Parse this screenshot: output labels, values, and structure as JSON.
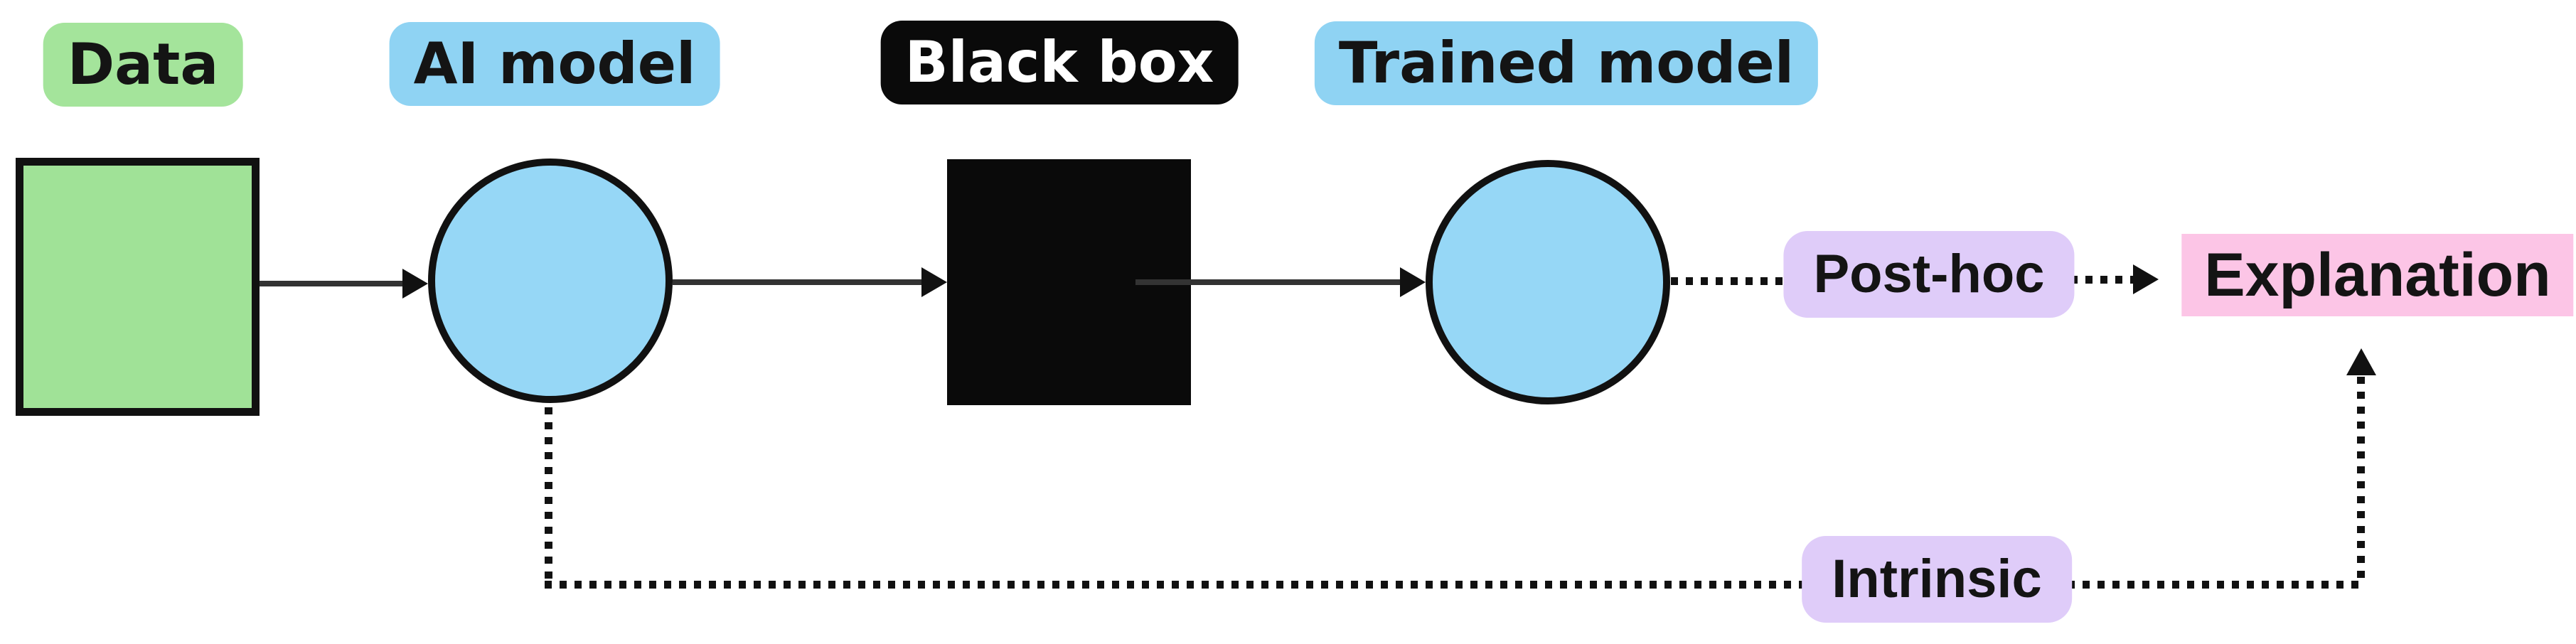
{
  "diagram": {
    "labels": {
      "data": "Data",
      "ai_model": "AI model",
      "black_box": "Black box",
      "trained_model": "Trained model",
      "post_hoc": "Post-hoc",
      "explanation": "Explanation",
      "intrinsic": "Intrinsic"
    },
    "nodes": [
      {
        "id": "data",
        "label": "Data",
        "shape": "square",
        "fill": "#a0e297"
      },
      {
        "id": "ai_model",
        "label": "AI model",
        "shape": "circle",
        "fill": "#96d7f6"
      },
      {
        "id": "black_box",
        "label": "Black box",
        "shape": "square",
        "fill": "#0a0a0a"
      },
      {
        "id": "trained_model",
        "label": "Trained model",
        "shape": "circle",
        "fill": "#96d7f6"
      },
      {
        "id": "explanation",
        "label": "Explanation",
        "shape": "rectangle-tag",
        "fill": "#fcc5e6"
      }
    ],
    "edges": [
      {
        "from": "data",
        "to": "ai_model",
        "style": "solid-arrow"
      },
      {
        "from": "ai_model",
        "to": "black_box",
        "style": "solid-arrow"
      },
      {
        "from": "black_box",
        "to": "trained_model",
        "style": "solid-arrow"
      },
      {
        "from": "trained_model",
        "to": "explanation",
        "style": "dotted-arrow",
        "via_label": "Post-hoc"
      },
      {
        "from": "ai_model",
        "to": "explanation",
        "style": "dotted-arrow",
        "via_label": "Intrinsic"
      }
    ],
    "colors": {
      "background": "#ffffff",
      "green": "#a0e297",
      "blue": "#96d7f6",
      "black": "#0a0a0a",
      "lavender": "#dfccf9",
      "pink": "#fcc5e6",
      "text_dark": "#141414",
      "text_light": "#ffffff",
      "line": "#333333"
    }
  }
}
